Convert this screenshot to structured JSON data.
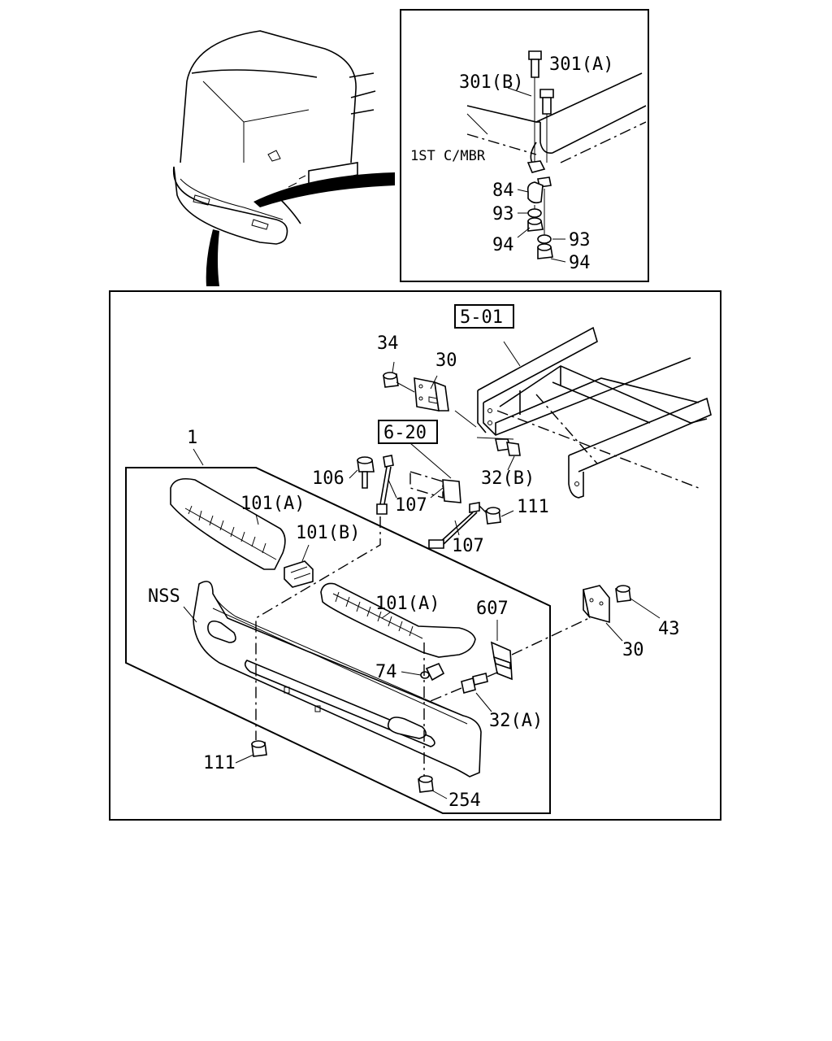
{
  "labels": {
    "part_301b": "301(B)",
    "part_301a": "301(A)",
    "first_crossmember": "1ST C/MBR",
    "part_84": "84",
    "part_93_left": "93",
    "part_94_left": "94",
    "part_93_right": "93",
    "part_94_right": "94",
    "ref_501": "5-01",
    "part_34": "34",
    "part_30_top": "30",
    "ref_620": "6-20",
    "part_1": "1",
    "part_106": "106",
    "part_107_upper": "107",
    "part_32b": "32(B)",
    "part_111_right": "111",
    "part_101a_upper": "101(A)",
    "part_101b": "101(B)",
    "part_107_lower": "107",
    "part_nss": "NSS",
    "part_101a_lower": "101(A)",
    "part_607": "607",
    "part_43": "43",
    "part_30_bottom": "30",
    "part_74": "74",
    "part_32a": "32(A)",
    "part_111_left": "111",
    "part_254": "254"
  }
}
